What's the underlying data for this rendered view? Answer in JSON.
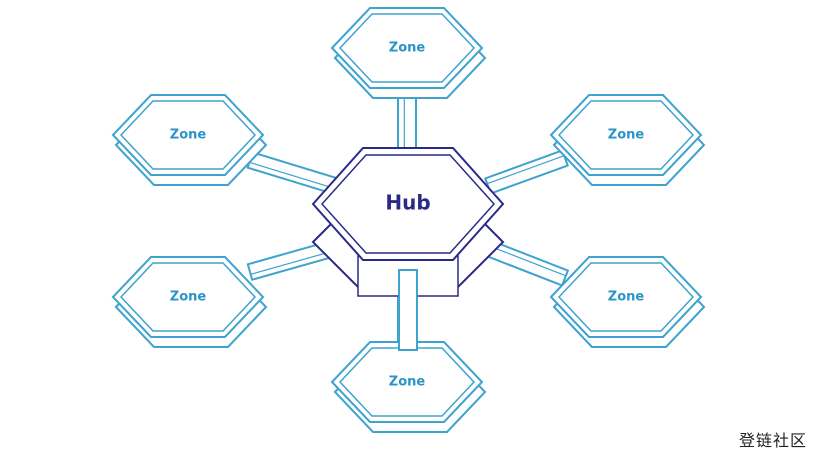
{
  "diagram": {
    "hub": {
      "label": "Hub"
    },
    "zones": [
      {
        "label": "Zone",
        "position": "top"
      },
      {
        "label": "Zone",
        "position": "upper-left"
      },
      {
        "label": "Zone",
        "position": "upper-right"
      },
      {
        "label": "Zone",
        "position": "lower-left"
      },
      {
        "label": "Zone",
        "position": "lower-right"
      },
      {
        "label": "Zone",
        "position": "bottom"
      }
    ],
    "colors": {
      "zone_stroke": "#3ea3cf",
      "zone_text": "#2a93c9",
      "hub_stroke": "#2b2a86",
      "hub_text": "#2b2a86",
      "background": "#ffffff"
    }
  },
  "watermark": "登链社区"
}
